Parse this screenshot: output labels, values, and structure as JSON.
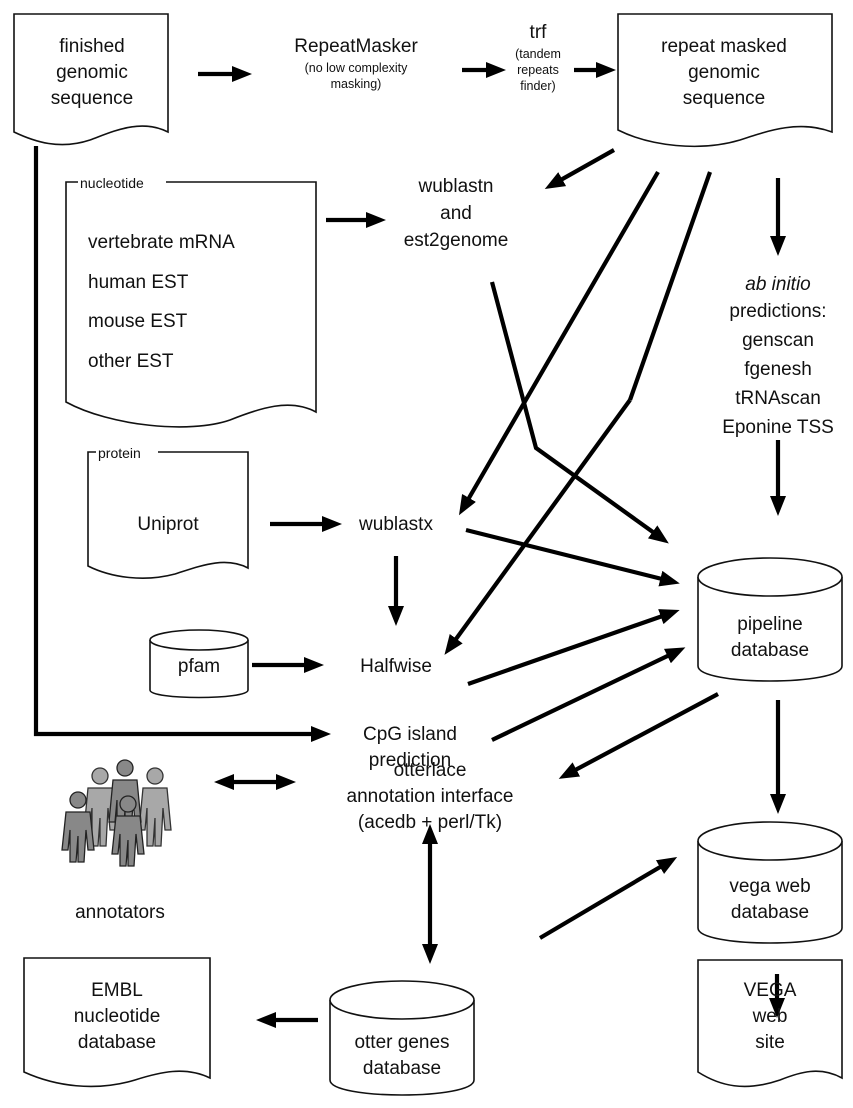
{
  "nodes": {
    "finished": [
      "finished",
      "genomic",
      "sequence"
    ],
    "repeatmasker": {
      "title": "RepeatMasker",
      "note": [
        "(no low complexity",
        "masking)"
      ]
    },
    "trf": {
      "title": "trf",
      "note": [
        "(tandem",
        "repeats",
        "finder)"
      ]
    },
    "masked": [
      "repeat masked",
      "genomic",
      "sequence"
    ],
    "nucleotide": {
      "tag": "nucleotide",
      "items": [
        "vertebrate mRNA",
        "human EST",
        "mouse EST",
        "other EST"
      ]
    },
    "wublastn": [
      "wublastn",
      "and",
      "est2genome"
    ],
    "abinitio": {
      "heading_italic": "ab initio",
      "heading_rest": "predictions:",
      "items": [
        "genscan",
        "fgenesh",
        "tRNAscan",
        "Eponine TSS"
      ]
    },
    "protein": {
      "tag": "protein",
      "item": "Uniprot"
    },
    "wublastx": "wublastx",
    "pfam": "pfam",
    "halfwise": "Halfwise",
    "pipeline": [
      "pipeline",
      "database"
    ],
    "cpg": [
      "CpG island",
      "prediction"
    ],
    "annotators": "annotators",
    "otterlace": [
      "otterlace",
      "annotation interface",
      "(acedb + perl/Tk)"
    ],
    "vega_db": [
      "vega web",
      "database"
    ],
    "embl": [
      "EMBL",
      "nucleotide",
      "database"
    ],
    "otter_genes": [
      "otter genes",
      "database"
    ],
    "vega_site": [
      "VEGA",
      "web",
      "site"
    ]
  }
}
